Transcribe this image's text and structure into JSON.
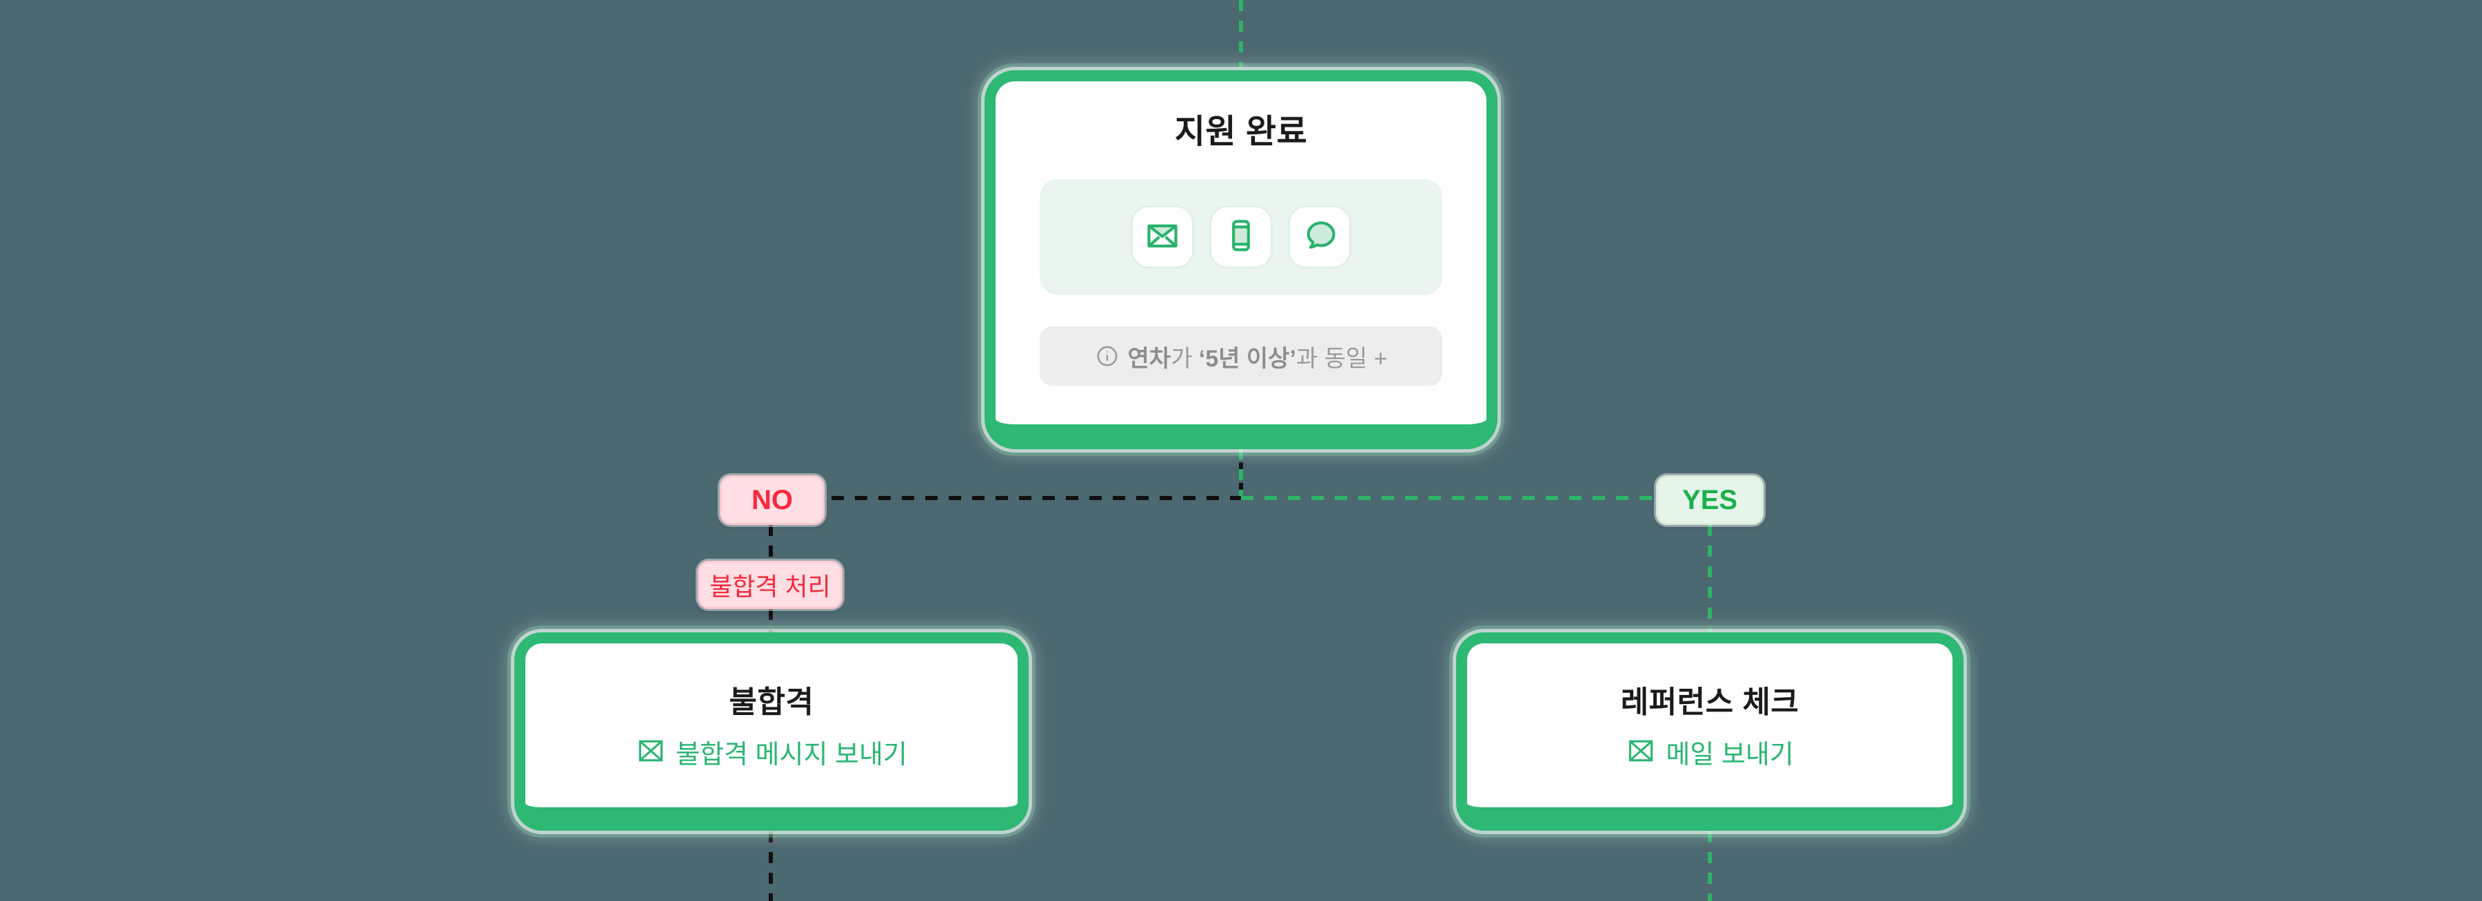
{
  "canvas": {
    "bg": "#4c6870"
  },
  "palette": {
    "green_border": "#2db874",
    "green_dash": "#2db469",
    "green_text": "#2bb673",
    "mint_panel": "#e9f5ee",
    "mint_icon_fill": "#cdeada",
    "gray_bar": "#ededed",
    "gray_text": "#9a9a9a",
    "black_dash": "#101010",
    "pink_badge_bg": "#ffdee4",
    "pink_badge_border": "#ffc9d3",
    "red_text": "#f7293b",
    "yes_badge_bg": "#e6f5ea",
    "yes_text": "#1db04e",
    "title_text": "#1b1b1b"
  },
  "nodes": {
    "apply_complete": {
      "title": "지원 완료",
      "channel_icons": [
        "mail-icon",
        "phone-icon",
        "chat-icon"
      ],
      "condition": {
        "icon": "info-circle-icon",
        "seg1_bold": "연차",
        "seg2": "가 ",
        "seg3_bold": "‘5년 이상’",
        "seg4": "과 동일 +"
      }
    },
    "fail": {
      "title": "불합격",
      "action_icon": "mail-outline-icon",
      "action": "불합격 메시지 보내기"
    },
    "reference_check": {
      "title": "레퍼런스 체크",
      "action_icon": "mail-outline-icon",
      "action": "메일 보내기"
    }
  },
  "edges": {
    "no_label": "NO",
    "yes_label": "YES",
    "fail_process_label": "불합격 처리"
  }
}
